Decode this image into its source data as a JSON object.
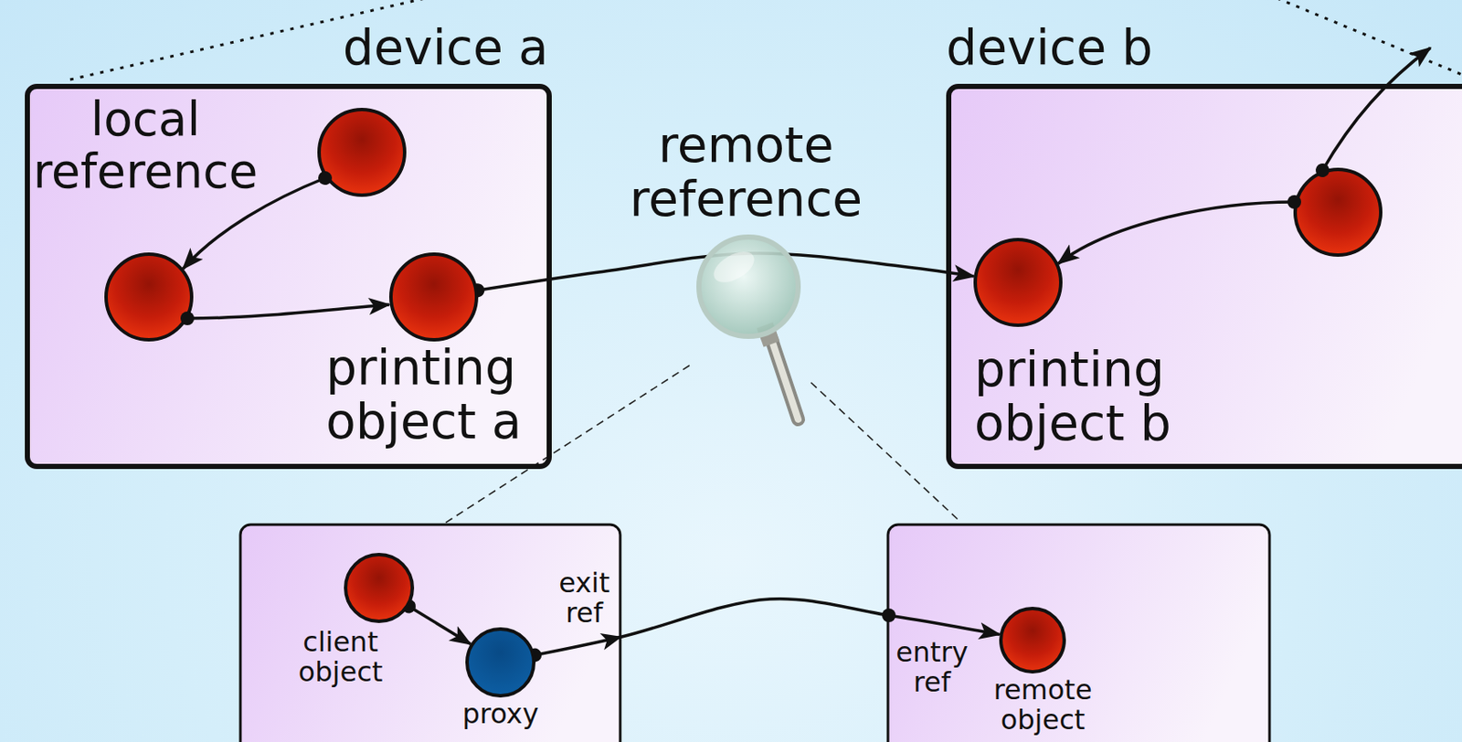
{
  "diagram": {
    "nodes": [
      {
        "text": [
          "device a"
        ]
      },
      {
        "text": [
          "printing object a"
        ],
        "in": 0
      },
      {
        "text": [
          "device b"
        ]
      },
      {
        "text": [
          "printing object b"
        ],
        "in": 2
      },
      {
        "text": [
          "client object"
        ]
      },
      {
        "text": [
          "proxy"
        ]
      },
      {
        "text": [
          "remote object"
        ]
      }
    ],
    "edges": [
      {
        "from": 1,
        "to": 3,
        "label": "remote reference",
        "arrow": "to"
      },
      {
        "from": 4,
        "to": 5,
        "arrow": "to"
      },
      {
        "from": 5,
        "to": 6,
        "arrow": "to"
      }
    ],
    "labels": [
      "local reference",
      "exit ref",
      "entry ref"
    ]
  }
}
